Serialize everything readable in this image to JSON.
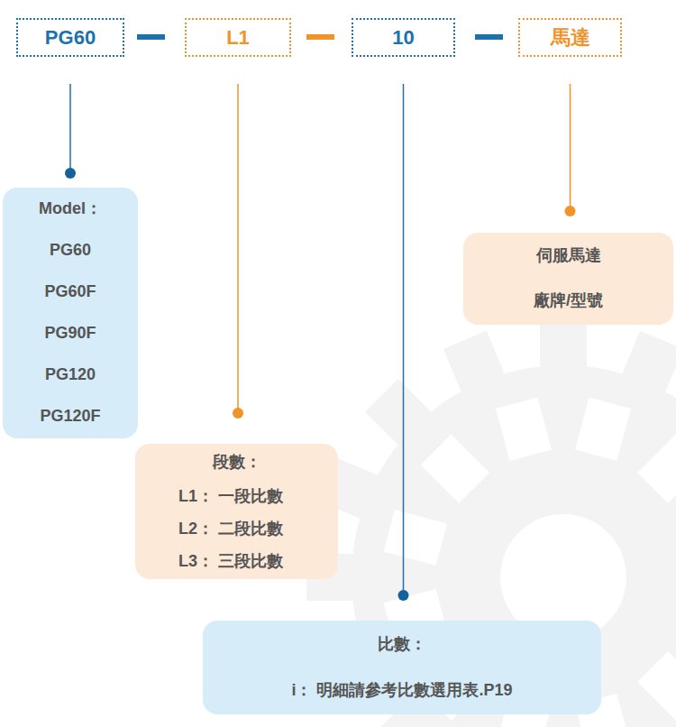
{
  "diagram": {
    "nodes": [
      {
        "text": [
          "PG60"
        ]
      },
      {
        "text": [
          "L1"
        ]
      },
      {
        "text": [
          "10"
        ]
      },
      {
        "text": [
          "馬達"
        ]
      },
      {
        "text": [
          "Model：",
          "PG60",
          "PG60F",
          "PG90F",
          "PG120",
          "PG120F"
        ]
      },
      {
        "text": [
          "伺服馬達",
          "廠牌/型號"
        ]
      },
      {
        "text": [
          "段數：",
          "L1： 一段比數",
          "L2： 二段比數",
          "L3： 三段比數"
        ]
      },
      {
        "text": [
          "比數：",
          "i： 明細請參考比數選用表.P19"
        ]
      }
    ],
    "edges": [
      {
        "from": 0,
        "to": 4,
        "arrow": "none"
      },
      {
        "from": 1,
        "to": 6,
        "arrow": "none"
      },
      {
        "from": 2,
        "to": 7,
        "arrow": "none"
      },
      {
        "from": 3,
        "to": 5,
        "arrow": "none"
      }
    ]
  }
}
